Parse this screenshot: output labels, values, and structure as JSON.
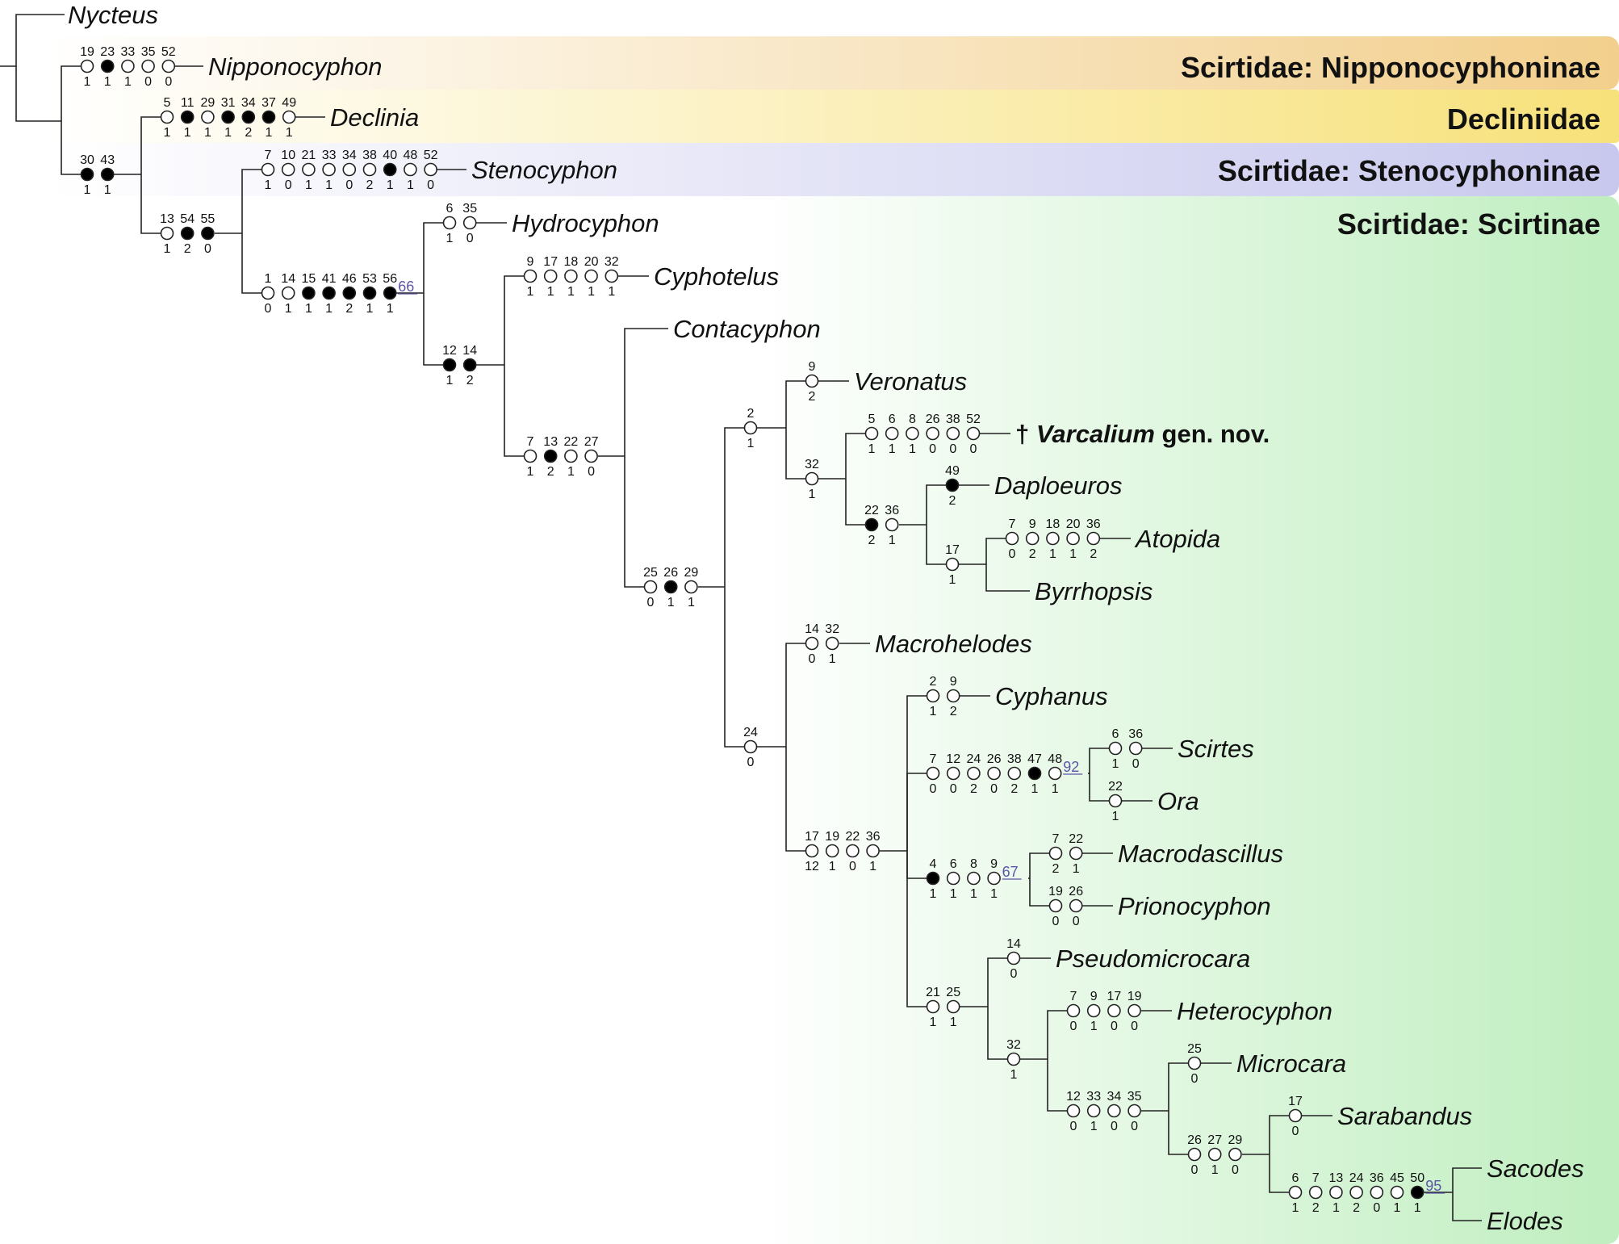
{
  "clades": [
    {
      "id": "nippo",
      "label": "Scirtidae: Nipponocyphoninae",
      "color": "#f2cf8c"
    },
    {
      "id": "declin",
      "label": "Decliniidae",
      "color": "#f7e17a"
    },
    {
      "id": "steno",
      "label": "Scirtidae: Stenocyphoninae",
      "color": "#c8c8ee"
    },
    {
      "id": "scirt",
      "label": "Scirtidae: Scirtinae",
      "color": "#bfeebf"
    }
  ],
  "taxa": [
    {
      "id": "nycteus",
      "name": "Nycteus"
    },
    {
      "id": "nipponocyphon",
      "name": "Nipponocyphon"
    },
    {
      "id": "declinia",
      "name": "Declinia"
    },
    {
      "id": "stenocyphon",
      "name": "Stenocyphon"
    },
    {
      "id": "hydrocyphon",
      "name": "Hydrocyphon"
    },
    {
      "id": "cyphotelus",
      "name": "Cyphotelus"
    },
    {
      "id": "contacyphon",
      "name": "Contacyphon"
    },
    {
      "id": "veronatus",
      "name": "Veronatus"
    },
    {
      "id": "varcalium",
      "dagger": "†",
      "name": "Varcalium",
      "suffix": " gen. nov."
    },
    {
      "id": "daploeuros",
      "name": "Daploeuros"
    },
    {
      "id": "atopida",
      "name": "Atopida"
    },
    {
      "id": "byrrhopsis",
      "name": "Byrrhopsis"
    },
    {
      "id": "macrohelodes",
      "name": "Macrohelodes"
    },
    {
      "id": "cyphanus",
      "name": "Cyphanus"
    },
    {
      "id": "scirtes",
      "name": "Scirtes"
    },
    {
      "id": "ora",
      "name": "Ora"
    },
    {
      "id": "macrodascillus",
      "name": "Macrodascillus"
    },
    {
      "id": "prionocyphon",
      "name": "Prionocyphon"
    },
    {
      "id": "pseudomicrocara",
      "name": "Pseudomicrocara"
    },
    {
      "id": "heterocyphon",
      "name": "Heterocyphon"
    },
    {
      "id": "microcara",
      "name": "Microcara"
    },
    {
      "id": "sarabandus",
      "name": "Sarabandus"
    },
    {
      "id": "sacodes",
      "name": "Sacodes"
    },
    {
      "id": "elodes",
      "name": "Elodes"
    }
  ],
  "character_groups": [
    {
      "id": "nippo",
      "branch": "Nipponocyphon",
      "chars": [
        [
          "19",
          "1",
          0
        ],
        [
          "23",
          "1",
          1
        ],
        [
          "33",
          "1",
          0
        ],
        [
          "35",
          "0",
          0
        ],
        [
          "52",
          "0",
          0
        ]
      ]
    },
    {
      "id": "declin",
      "branch": "Declinia",
      "chars": [
        [
          "5",
          "1",
          0
        ],
        [
          "11",
          "1",
          1
        ],
        [
          "29",
          "1",
          0
        ],
        [
          "31",
          "1",
          1
        ],
        [
          "34",
          "2",
          1
        ],
        [
          "37",
          "1",
          1
        ],
        [
          "49",
          "1",
          0
        ]
      ]
    },
    {
      "id": "ingroup",
      "branch": "ingroup",
      "chars": [
        [
          "30",
          "1",
          1
        ],
        [
          "43",
          "1",
          1
        ]
      ]
    },
    {
      "id": "steno",
      "branch": "Stenocyphon",
      "chars": [
        [
          "7",
          "1",
          0
        ],
        [
          "10",
          "0",
          0
        ],
        [
          "21",
          "1",
          0
        ],
        [
          "33",
          "1",
          0
        ],
        [
          "34",
          "0",
          0
        ],
        [
          "38",
          "2",
          0
        ],
        [
          "40",
          "1",
          1
        ],
        [
          "48",
          "1",
          0
        ],
        [
          "52",
          "0",
          0
        ]
      ]
    },
    {
      "id": "stenoplus",
      "branch": "Stenocyphon+Scirtinae",
      "chars": [
        [
          "13",
          "1",
          0
        ],
        [
          "54",
          "2",
          1
        ],
        [
          "55",
          "0",
          1
        ]
      ]
    },
    {
      "id": "scirtinae",
      "branch": "Scirtinae",
      "chars": [
        [
          "1",
          "0",
          0
        ],
        [
          "14",
          "1",
          0
        ],
        [
          "15",
          "1",
          1
        ],
        [
          "41",
          "1",
          1
        ],
        [
          "46",
          "2",
          1
        ],
        [
          "53",
          "1",
          1
        ],
        [
          "56",
          "1",
          1
        ]
      ],
      "support": "66"
    },
    {
      "id": "hydro",
      "branch": "Hydrocyphon",
      "chars": [
        [
          "6",
          "1",
          0
        ],
        [
          "35",
          "0",
          0
        ]
      ]
    },
    {
      "id": "after_hydro",
      "branch": "rest",
      "chars": [
        [
          "12",
          "1",
          1
        ],
        [
          "14",
          "2",
          1
        ]
      ]
    },
    {
      "id": "cypho",
      "branch": "Cyphotelus",
      "chars": [
        [
          "9",
          "1",
          0
        ],
        [
          "17",
          "1",
          0
        ],
        [
          "18",
          "1",
          0
        ],
        [
          "20",
          "1",
          0
        ],
        [
          "32",
          "1",
          0
        ]
      ]
    },
    {
      "id": "after_cypho",
      "branch": "rest2",
      "chars": [
        [
          "7",
          "1",
          0
        ],
        [
          "13",
          "2",
          1
        ],
        [
          "22",
          "1",
          0
        ],
        [
          "27",
          "0",
          0
        ]
      ]
    },
    {
      "id": "after_conta",
      "branch": "rest3",
      "chars": [
        [
          "25",
          "0",
          0
        ],
        [
          "26",
          "1",
          1
        ],
        [
          "29",
          "1",
          0
        ]
      ]
    },
    {
      "id": "n_upper",
      "branch": "upper",
      "chars": [
        [
          "2",
          "1",
          0
        ]
      ]
    },
    {
      "id": "vero",
      "branch": "Veronatus",
      "chars": [
        [
          "9",
          "2",
          0
        ]
      ]
    },
    {
      "id": "n_32",
      "branch": "n32",
      "chars": [
        [
          "32",
          "1",
          0
        ]
      ]
    },
    {
      "id": "varc",
      "branch": "Varcalium",
      "chars": [
        [
          "5",
          "1",
          0
        ],
        [
          "6",
          "1",
          0
        ],
        [
          "8",
          "1",
          0
        ],
        [
          "26",
          "0",
          0
        ],
        [
          "38",
          "0",
          0
        ],
        [
          "52",
          "0",
          0
        ]
      ]
    },
    {
      "id": "n_2236",
      "branch": "n2236",
      "chars": [
        [
          "22",
          "2",
          1
        ],
        [
          "36",
          "1",
          0
        ]
      ]
    },
    {
      "id": "daplo",
      "branch": "Daploeuros",
      "chars": [
        [
          "49",
          "2",
          1
        ]
      ]
    },
    {
      "id": "n_17",
      "branch": "n17",
      "chars": [
        [
          "17",
          "1",
          0
        ]
      ]
    },
    {
      "id": "atop",
      "branch": "Atopida",
      "chars": [
        [
          "7",
          "0",
          0
        ],
        [
          "9",
          "2",
          0
        ],
        [
          "18",
          "1",
          0
        ],
        [
          "20",
          "1",
          0
        ],
        [
          "36",
          "2",
          0
        ]
      ]
    },
    {
      "id": "n_24",
      "branch": "n24",
      "chars": [
        [
          "24",
          "0",
          0
        ]
      ]
    },
    {
      "id": "macroh",
      "branch": "Macrohelodes",
      "chars": [
        [
          "14",
          "0",
          0
        ],
        [
          "32",
          "1",
          0
        ]
      ]
    },
    {
      "id": "n_17b",
      "branch": "n17b",
      "chars": [
        [
          "17",
          "12",
          0
        ],
        [
          "19",
          "1",
          0
        ],
        [
          "22",
          "0",
          0
        ],
        [
          "36",
          "1",
          0
        ]
      ]
    },
    {
      "id": "cyphanus",
      "branch": "Cyphanus",
      "chars": [
        [
          "2",
          "1",
          0
        ],
        [
          "9",
          "2",
          0
        ]
      ]
    },
    {
      "id": "n_scirtes",
      "branch": "Scirtes+Ora",
      "chars": [
        [
          "7",
          "0",
          0
        ],
        [
          "12",
          "0",
          0
        ],
        [
          "24",
          "2",
          0
        ],
        [
          "26",
          "0",
          0
        ],
        [
          "38",
          "2",
          0
        ],
        [
          "47",
          "1",
          1
        ],
        [
          "48",
          "1",
          0
        ]
      ],
      "support": "92"
    },
    {
      "id": "scirtes",
      "branch": "Scirtes",
      "chars": [
        [
          "6",
          "1",
          0
        ],
        [
          "36",
          "0",
          0
        ]
      ]
    },
    {
      "id": "ora",
      "branch": "Ora",
      "chars": [
        [
          "22",
          "1",
          0
        ]
      ]
    },
    {
      "id": "n_macrod",
      "branch": "Macrodascillus+Prionocyphon",
      "chars": [
        [
          "4",
          "1",
          1
        ],
        [
          "6",
          "1",
          0
        ],
        [
          "8",
          "1",
          0
        ],
        [
          "9",
          "1",
          0
        ]
      ],
      "support": "67"
    },
    {
      "id": "macrod",
      "branch": "Macrodascillus",
      "chars": [
        [
          "7",
          "2",
          0
        ],
        [
          "22",
          "1",
          0
        ]
      ]
    },
    {
      "id": "priono",
      "branch": "Prionocyphon",
      "chars": [
        [
          "19",
          "0",
          0
        ],
        [
          "26",
          "0",
          0
        ]
      ]
    },
    {
      "id": "n_2125",
      "branch": "n2125",
      "chars": [
        [
          "21",
          "1",
          0
        ],
        [
          "25",
          "1",
          0
        ]
      ]
    },
    {
      "id": "pseudo",
      "branch": "Pseudomicrocara",
      "chars": [
        [
          "14",
          "0",
          0
        ]
      ]
    },
    {
      "id": "n_32b",
      "branch": "n32b",
      "chars": [
        [
          "32",
          "1",
          0
        ]
      ]
    },
    {
      "id": "hetero",
      "branch": "Heterocyphon",
      "chars": [
        [
          "7",
          "0",
          0
        ],
        [
          "9",
          "1",
          0
        ],
        [
          "17",
          "0",
          0
        ],
        [
          "19",
          "0",
          0
        ]
      ]
    },
    {
      "id": "n_12",
      "branch": "n12",
      "chars": [
        [
          "12",
          "0",
          0
        ],
        [
          "33",
          "1",
          0
        ],
        [
          "34",
          "0",
          0
        ],
        [
          "35",
          "0",
          0
        ]
      ]
    },
    {
      "id": "micro",
      "branch": "Microcara",
      "chars": [
        [
          "25",
          "0",
          0
        ]
      ]
    },
    {
      "id": "n_26",
      "branch": "n26",
      "chars": [
        [
          "26",
          "0",
          0
        ],
        [
          "27",
          "1",
          0
        ],
        [
          "29",
          "0",
          0
        ]
      ]
    },
    {
      "id": "sarab",
      "branch": "Sarabandus",
      "chars": [
        [
          "17",
          "0",
          0
        ]
      ]
    },
    {
      "id": "n_sac",
      "branch": "Sacodes+Elodes",
      "chars": [
        [
          "6",
          "1",
          0
        ],
        [
          "7",
          "2",
          0
        ],
        [
          "13",
          "1",
          0
        ],
        [
          "24",
          "2",
          0
        ],
        [
          "36",
          "0",
          0
        ],
        [
          "45",
          "1",
          0
        ],
        [
          "50",
          "1",
          1
        ]
      ],
      "support": "95"
    }
  ]
}
